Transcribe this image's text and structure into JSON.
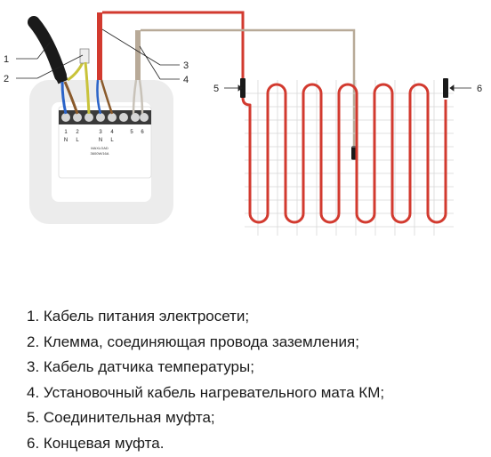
{
  "callouts": {
    "c1": "1",
    "c2": "2",
    "c3": "3",
    "c4": "4",
    "c5": "5",
    "c6": "6"
  },
  "device": {
    "terminal_numbers": [
      "1",
      "2",
      "3",
      "4",
      "5",
      "6"
    ],
    "terminal_letters": [
      "N",
      "L",
      "N",
      "L"
    ],
    "label_line1": "MAXLOAD",
    "label_line2": "3600W/16A"
  },
  "legend": [
    "1. Кабель питания электросети;",
    "2. Клемма, соединяющая провода заземления;",
    "3. Кабель датчика температуры;",
    "4. Установочный кабель нагревательного мата КМ;",
    "5. Соединительная муфта;",
    "6. Концевая муфта."
  ],
  "colors": {
    "heating_cable": "#d23a2f",
    "sensor_cable": "#b8aa98",
    "mesh": "#cfcfcf",
    "supply_cable": "#1a1a1a",
    "wall_box": "#ececec"
  }
}
